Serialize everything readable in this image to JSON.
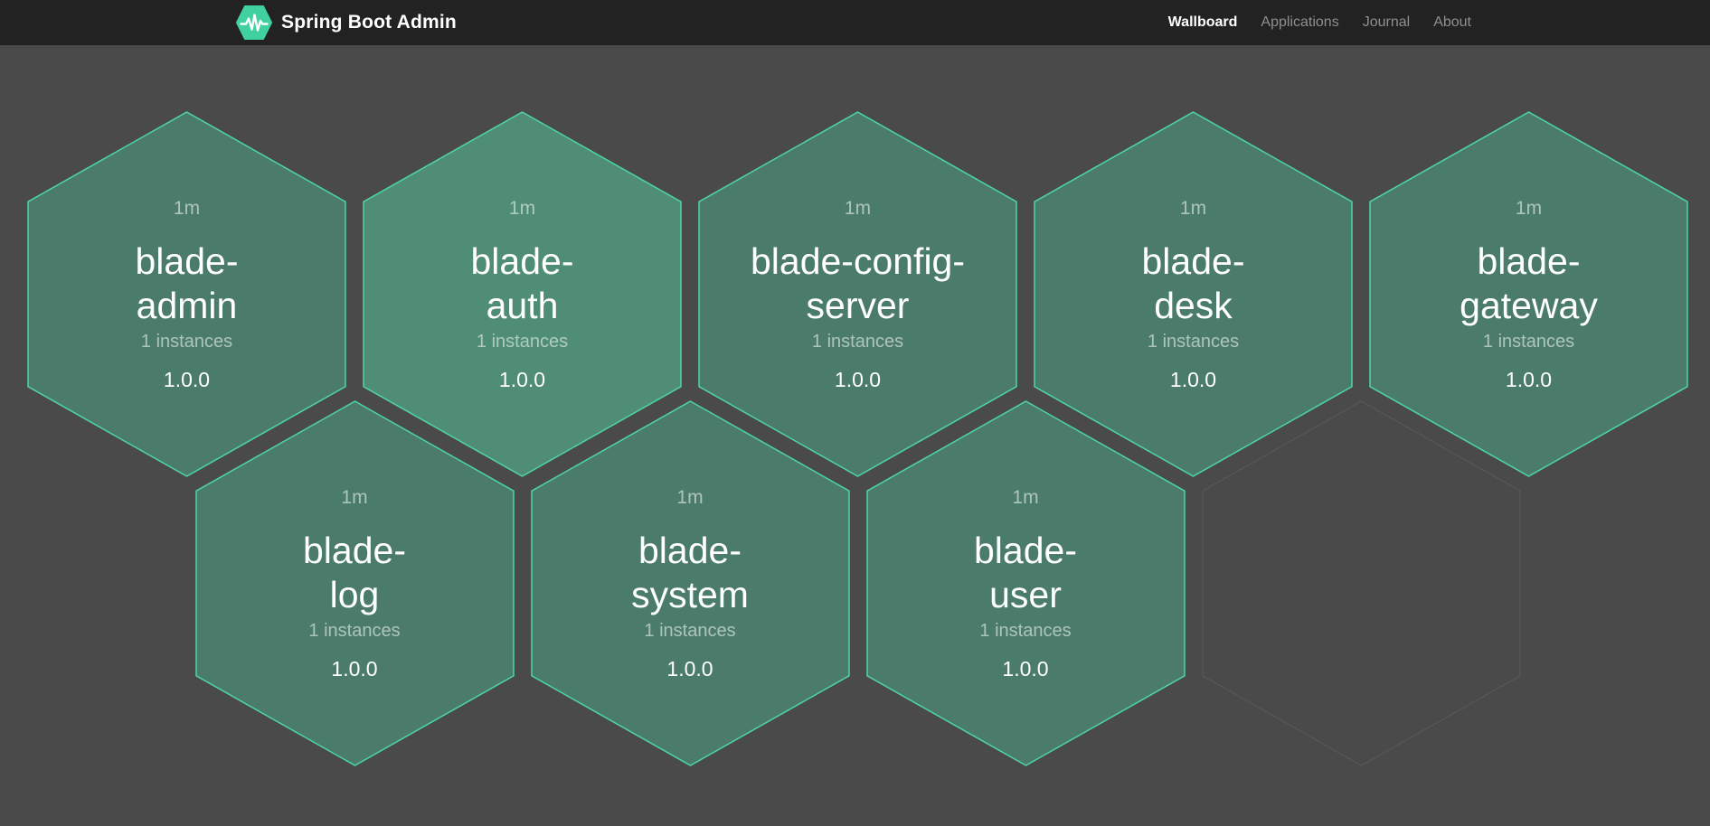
{
  "navbar": {
    "brand_title": "Spring Boot Admin",
    "logo_icon": "pulse-hexagon-icon",
    "items": [
      {
        "id": "wallboard",
        "label": "Wallboard",
        "active": true
      },
      {
        "id": "applications",
        "label": "Applications",
        "active": false
      },
      {
        "id": "journal",
        "label": "Journal",
        "active": false
      },
      {
        "id": "about",
        "label": "About",
        "active": false
      }
    ]
  },
  "colors": {
    "navbar_bg": "#222222",
    "page_bg": "#4a4a4a",
    "brand_green": "#41d1a0",
    "hex_border": "#4dd6a4",
    "hex_fill": "#4b7c6b",
    "hex_fill_bright": "#4f8d74",
    "empty_hex_outline": "#5a5a5a",
    "hex_text": "#ffffff"
  },
  "wallboard": {
    "applications": [
      {
        "name": "blade-admin",
        "uptime": "1m",
        "instances_label": "1 instances",
        "version": "1.0.0",
        "row": 0,
        "col": 0,
        "highlight": false
      },
      {
        "name": "blade-auth",
        "uptime": "1m",
        "instances_label": "1 instances",
        "version": "1.0.0",
        "row": 0,
        "col": 1,
        "highlight": true
      },
      {
        "name": "blade-config-server",
        "uptime": "1m",
        "instances_label": "1 instances",
        "version": "1.0.0",
        "row": 0,
        "col": 2,
        "highlight": false
      },
      {
        "name": "blade-desk",
        "uptime": "1m",
        "instances_label": "1 instances",
        "version": "1.0.0",
        "row": 0,
        "col": 3,
        "highlight": false
      },
      {
        "name": "blade-gateway",
        "uptime": "1m",
        "instances_label": "1 instances",
        "version": "1.0.0",
        "row": 0,
        "col": 4,
        "highlight": false
      },
      {
        "name": "blade-log",
        "uptime": "1m",
        "instances_label": "1 instances",
        "version": "1.0.0",
        "row": 1,
        "col": 0,
        "highlight": false
      },
      {
        "name": "blade-system",
        "uptime": "1m",
        "instances_label": "1 instances",
        "version": "1.0.0",
        "row": 1,
        "col": 1,
        "highlight": false
      },
      {
        "name": "blade-user",
        "uptime": "1m",
        "instances_label": "1 instances",
        "version": "1.0.0",
        "row": 1,
        "col": 2,
        "highlight": false
      }
    ],
    "empty_slots": [
      {
        "row": 1,
        "col": 3
      }
    ]
  }
}
